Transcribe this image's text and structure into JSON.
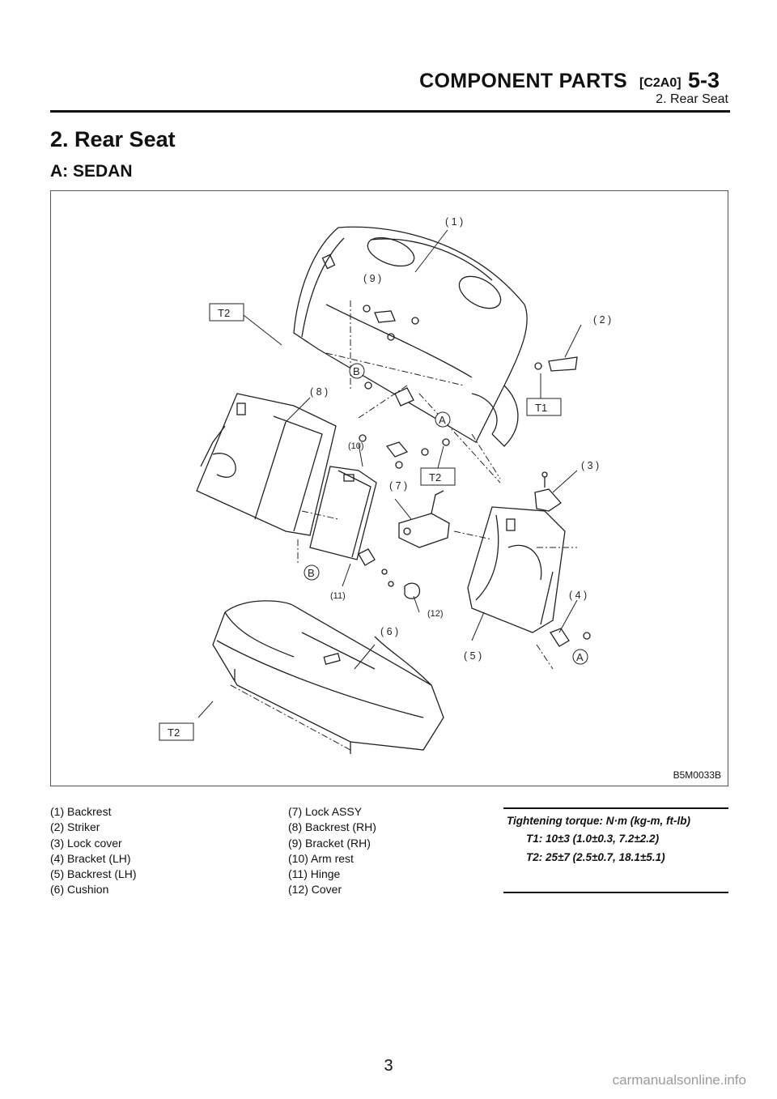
{
  "header": {
    "title": "COMPONENT PARTS",
    "code": "[C2A0]",
    "chapter": "5-3",
    "subtitle": "2. Rear Seat"
  },
  "section_title": "2. Rear Seat",
  "subsection_title": "A: SEDAN",
  "figure": {
    "code": "B5M0033B",
    "callouts": {
      "c1": "( 1 )",
      "c2": "( 2 )",
      "c3": "( 3 )",
      "c4": "( 4 )",
      "c5": "( 5 )",
      "c6": "( 6 )",
      "c7": "( 7 )",
      "c8": "( 8 )",
      "c9": "( 9 )",
      "c10": "(10)",
      "c11": "(11)",
      "c12": "(12)"
    },
    "torque_tags": {
      "t1": "T1",
      "t2": "T2"
    },
    "reference_marks": {
      "a": "A",
      "b": "B"
    }
  },
  "legend": {
    "left": [
      "(1) Backrest",
      "(2) Striker",
      "(3) Lock cover",
      "(4) Bracket (LH)",
      "(5) Backrest (LH)",
      "(6) Cushion"
    ],
    "right": [
      "(7) Lock ASSY",
      "(8) Backrest (RH)",
      "(9) Bracket (RH)",
      "(10) Arm rest",
      "(11) Hinge",
      "(12) Cover"
    ]
  },
  "torque": {
    "title": "Tightening torque: N·m (kg-m, ft-lb)",
    "t1": "T1: 10±3 (1.0±0.3, 7.2±2.2)",
    "t2": "T2: 25±7 (2.5±0.7, 18.1±5.1)"
  },
  "page_number": "3",
  "watermark": "carmanualsonline.info"
}
